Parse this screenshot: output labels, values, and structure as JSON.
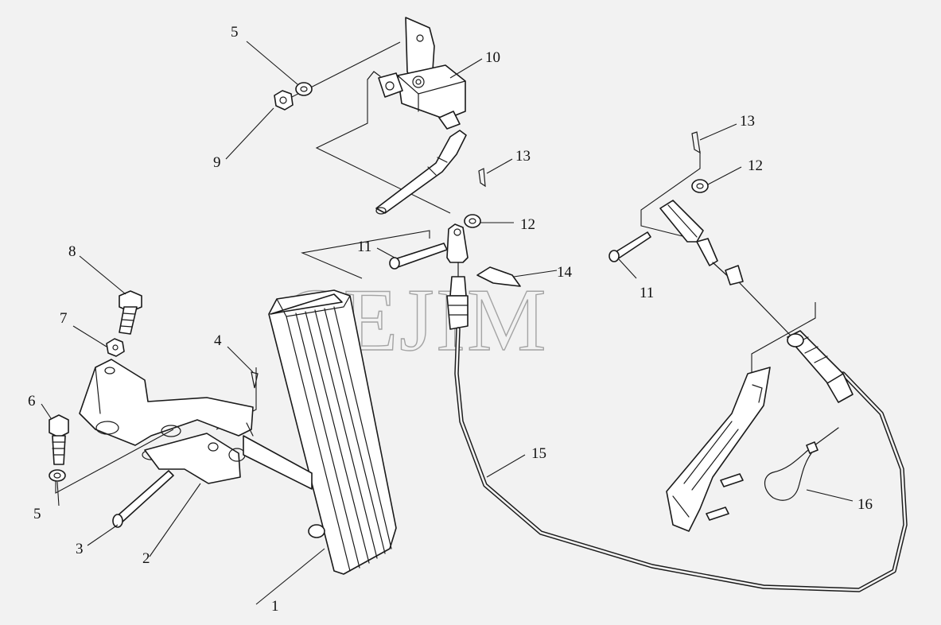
{
  "watermark": "CEJIM",
  "callouts": {
    "c1": "1",
    "c2": "2",
    "c3": "3",
    "c4": "4",
    "c5a": "5",
    "c5b": "5",
    "c6": "6",
    "c7": "7",
    "c8": "8",
    "c9": "9",
    "c10": "10",
    "c11a": "11",
    "c11b": "11",
    "c12a": "12",
    "c12b": "12",
    "c13a": "13",
    "c13b": "13",
    "c14": "14",
    "c15": "15",
    "c16": "16"
  }
}
